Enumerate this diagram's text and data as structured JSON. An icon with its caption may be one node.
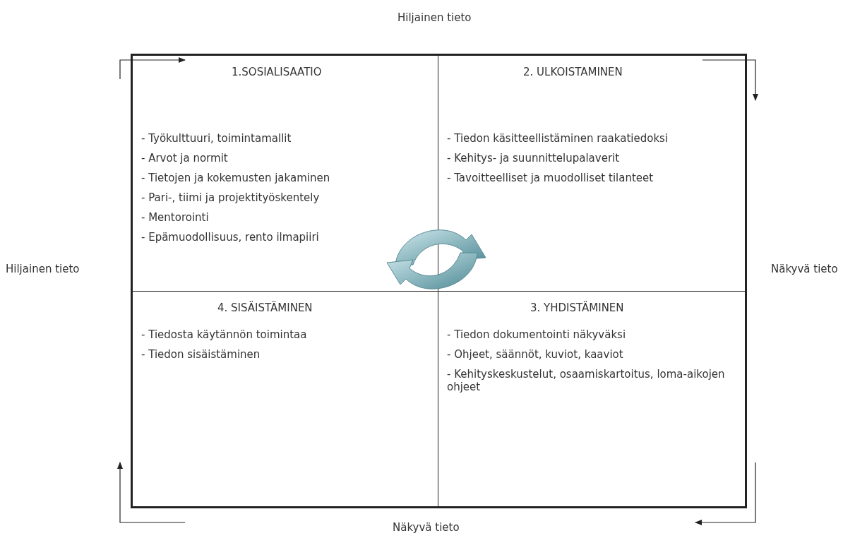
{
  "diagram": {
    "nodes": [
      {
        "text": [
          "1.SOSIALISAATIO",
          "- Työkulttuuri, toimintamallit",
          "- Arvot ja normit",
          "- Tietojen ja kokemusten jakaminen",
          "- Pari-, tiimi ja projektityöskentely",
          "- Mentorointi",
          "- Epämuodollisuus, rento ilmapiiri"
        ]
      },
      {
        "text": [
          "2. ULKOISTAMINEN",
          "- Tiedon käsitteellistäminen raakatiedoksi",
          "- Kehitys- ja suunnittelupalaverit",
          "- Tavoitteelliset ja muodolliset tilanteet"
        ]
      },
      {
        "text": [
          "4. SISÄISTÄMINEN",
          "- Tiedosta käytännön toimintaa",
          "- Tiedon sisäistäminen"
        ]
      },
      {
        "text": [
          "3. YHDISTÄMINEN",
          "- Tiedon dokumentointi näkyväksi",
          "- Ohjeet, säännöt, kuviot, kaaviot",
          "- Kehityskeskustelut, osaamiskartoitus, loma-aikojen ohjeet"
        ]
      }
    ],
    "labels": [
      "Hiljainen tieto",
      "Hiljainen tieto",
      "Näkyvä tieto",
      "Näkyvä tieto"
    ]
  }
}
